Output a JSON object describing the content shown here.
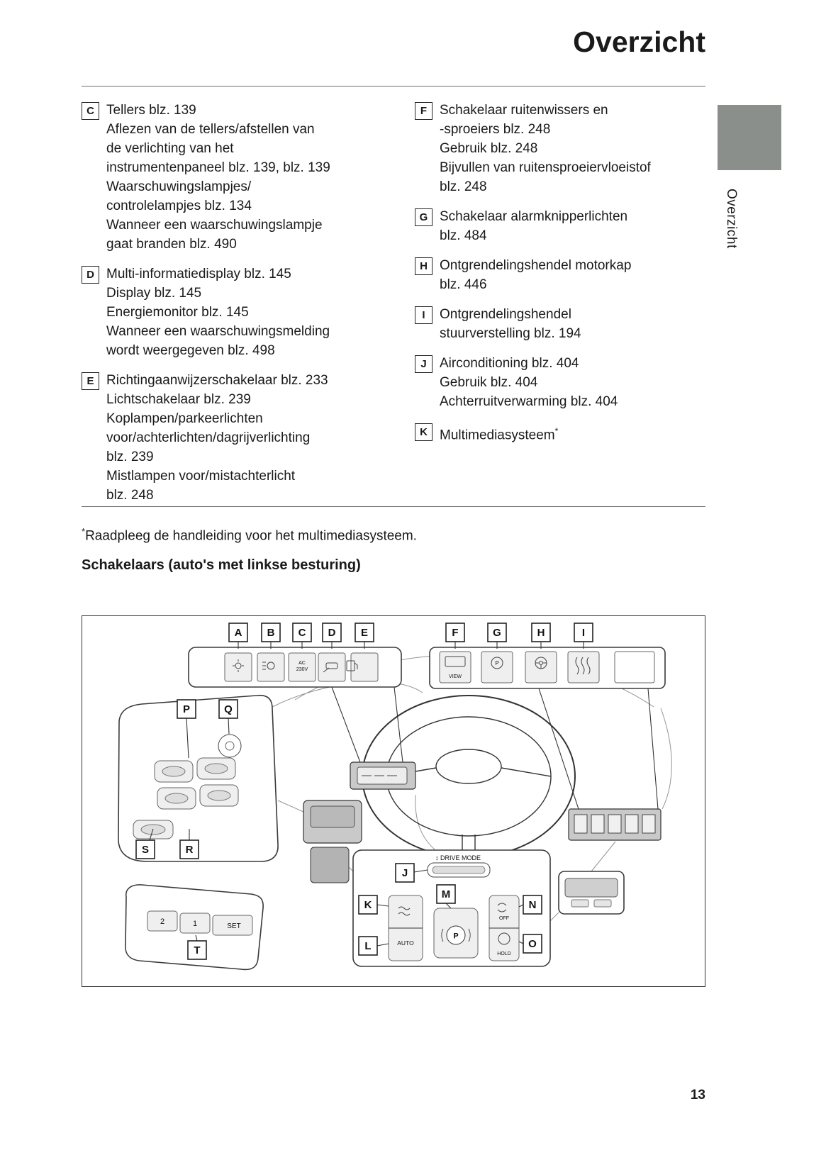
{
  "page": {
    "title": "Overzicht",
    "side_tab_label": "Overzicht",
    "page_number": "13",
    "footnote_star": "*",
    "footnote_text": "Raadpleeg de handleiding voor het multimediasysteem.",
    "section_heading": "Schakelaars (auto's met linkse besturing)"
  },
  "index": {
    "left": [
      {
        "key": "C",
        "lines": [
          "Tellers blz. 139",
          "Aflezen van de tellers/afstellen van",
          "de verlichting van het",
          "instrumentenpaneel blz. 139, blz. 139",
          "Waarschuwingslampjes/",
          "controlelampjes blz. 134",
          "Wanneer een waarschuwingslampje",
          "gaat branden blz. 490"
        ]
      },
      {
        "key": "D",
        "lines": [
          "Multi-informatiedisplay blz. 145",
          "Display blz. 145",
          "Energiemonitor blz. 145",
          "Wanneer een waarschuwingsmelding",
          "wordt weergegeven blz. 498"
        ]
      },
      {
        "key": "E",
        "lines": [
          "Richtingaanwijzerschakelaar blz. 233",
          "Lichtschakelaar blz. 239",
          "Koplampen/parkeerlichten",
          "voor/achterlichten/dagrijverlichting",
          "blz. 239",
          "Mistlampen voor/mistachterlicht",
          "blz. 248"
        ]
      }
    ],
    "right": [
      {
        "key": "F",
        "lines": [
          "Schakelaar ruitenwissers en",
          "-sproeiers blz. 248",
          "Gebruik blz. 248",
          "Bijvullen van ruitensproeiervloeistof",
          "blz. 248"
        ]
      },
      {
        "key": "G",
        "lines": [
          "Schakelaar alarmknipperlichten",
          "blz. 484"
        ]
      },
      {
        "key": "H",
        "lines": [
          "Ontgrendelingshendel motorkap",
          "blz. 446"
        ]
      },
      {
        "key": "I",
        "lines": [
          "Ontgrendelingshendel",
          "stuurverstelling blz. 194"
        ]
      },
      {
        "key": "J",
        "lines": [
          "Airconditioning blz. 404",
          "Gebruik blz. 404",
          "Achterruitverwarming blz. 404"
        ]
      },
      {
        "key": "K",
        "lines": [
          "Multimediasysteem*"
        ]
      }
    ]
  },
  "diagram": {
    "callout_labels": [
      "A",
      "B",
      "C",
      "D",
      "E",
      "F",
      "G",
      "H",
      "I",
      "J",
      "K",
      "L",
      "M",
      "N",
      "O",
      "P",
      "Q",
      "R",
      "S",
      "T"
    ],
    "texts": {
      "ac1": "AC",
      "ac2": "230V",
      "view": "VIEW",
      "g_p": "P",
      "drive_mode": "↕ DRIVE MODE",
      "auto": "AUTO",
      "off": "OFF",
      "hold": "HOLD",
      "park": "P",
      "seat_2": "2",
      "seat_1": "1",
      "set": "SET"
    }
  }
}
